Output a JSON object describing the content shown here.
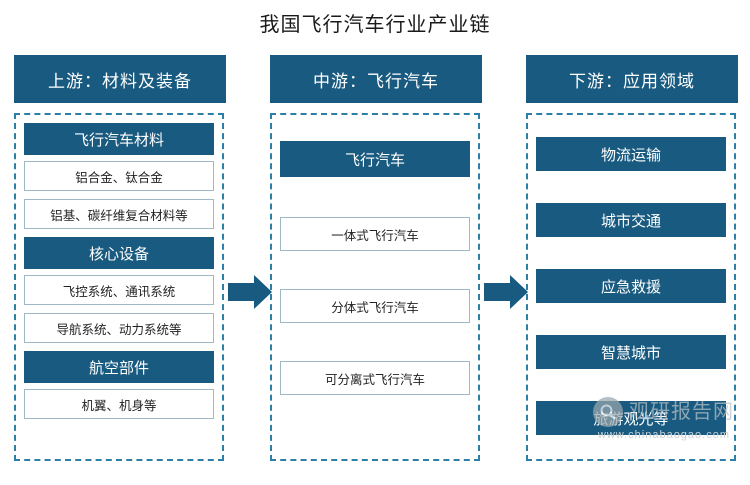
{
  "page": {
    "title": "我国飞行汽车行业产业链"
  },
  "colors": {
    "primary": "#195a80",
    "dashed_border": "#2d7fa8",
    "outline_border": "#9fb8c6",
    "background": "#ffffff"
  },
  "columns": [
    {
      "key": "upstream",
      "header": "上游：材料及装备",
      "items": [
        {
          "label": "飞行汽车材料",
          "style": "filled"
        },
        {
          "label": "铝合金、钛合金",
          "style": "outline"
        },
        {
          "label": "铝基、碳纤维复合材料等",
          "style": "outline"
        },
        {
          "label": "核心设备",
          "style": "filled"
        },
        {
          "label": "飞控系统、通讯系统",
          "style": "outline"
        },
        {
          "label": "导航系统、动力系统等",
          "style": "outline"
        },
        {
          "label": "航空部件",
          "style": "filled"
        },
        {
          "label": "机翼、机身等",
          "style": "outline"
        }
      ]
    },
    {
      "key": "midstream",
      "header": "中游：飞行汽车",
      "items": [
        {
          "label": "飞行汽车",
          "style": "filled"
        },
        {
          "label": "一体式飞行汽车",
          "style": "outline"
        },
        {
          "label": "分体式飞行汽车",
          "style": "outline"
        },
        {
          "label": "可分离式飞行汽车",
          "style": "outline"
        }
      ]
    },
    {
      "key": "downstream",
      "header": "下游：应用领域",
      "items": [
        {
          "label": "物流运输",
          "style": "filled"
        },
        {
          "label": "城市交通",
          "style": "filled"
        },
        {
          "label": "应急救援",
          "style": "filled"
        },
        {
          "label": "智慧城市",
          "style": "filled"
        },
        {
          "label": "旅游观光等",
          "style": "filled"
        }
      ]
    }
  ],
  "arrows": [
    {
      "name": "arrow-upstream-to-midstream"
    },
    {
      "name": "arrow-midstream-to-downstream"
    }
  ],
  "watermark": {
    "text": "观研报告网",
    "sub": "www.chinabaogao.com"
  }
}
